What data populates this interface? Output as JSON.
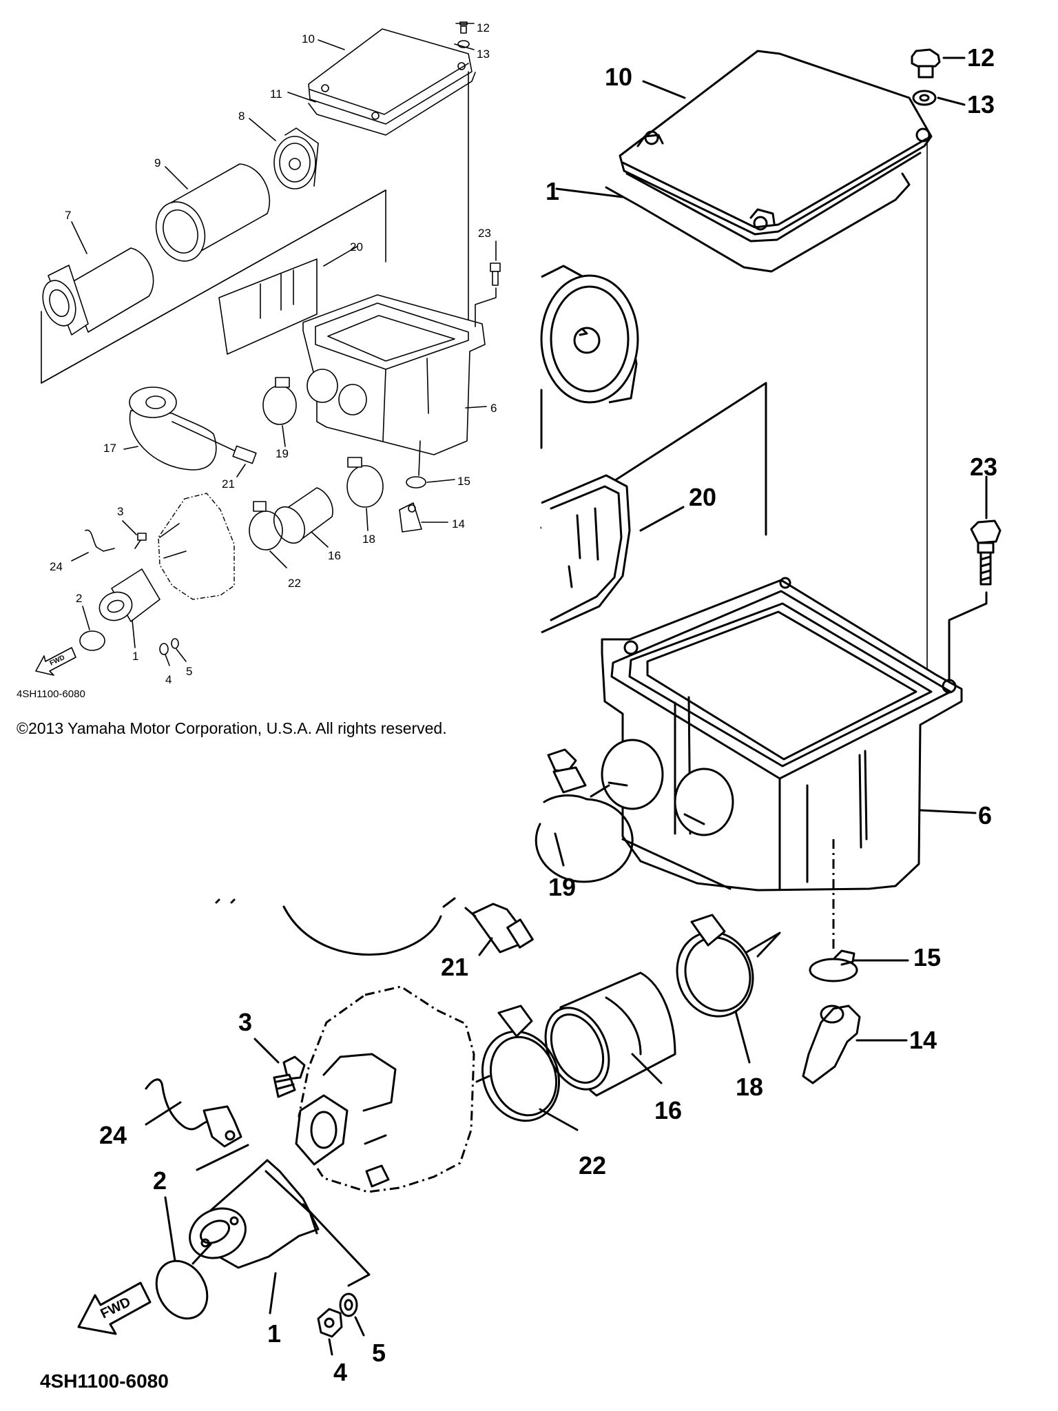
{
  "copyright": "©2013 Yamaha Motor Corporation, U.S.A. All rights reserved.",
  "diagram_code": "4SH1100-6080",
  "fwd_label": "FWD",
  "callouts": {
    "c1": "1",
    "c2": "2",
    "c3": "3",
    "c4": "4",
    "c5": "5",
    "c6": "6",
    "c7": "7",
    "c8": "8",
    "c9": "9",
    "c10": "10",
    "c11": "11",
    "c12": "12",
    "c13": "13",
    "c14": "14",
    "c15": "15",
    "c16": "16",
    "c17": "17",
    "c18": "18",
    "c19": "19",
    "c20": "20",
    "c21": "21",
    "c22": "22",
    "c23": "23",
    "c24": "24"
  },
  "colors": {
    "ink": "#000000",
    "paper": "#ffffff"
  }
}
